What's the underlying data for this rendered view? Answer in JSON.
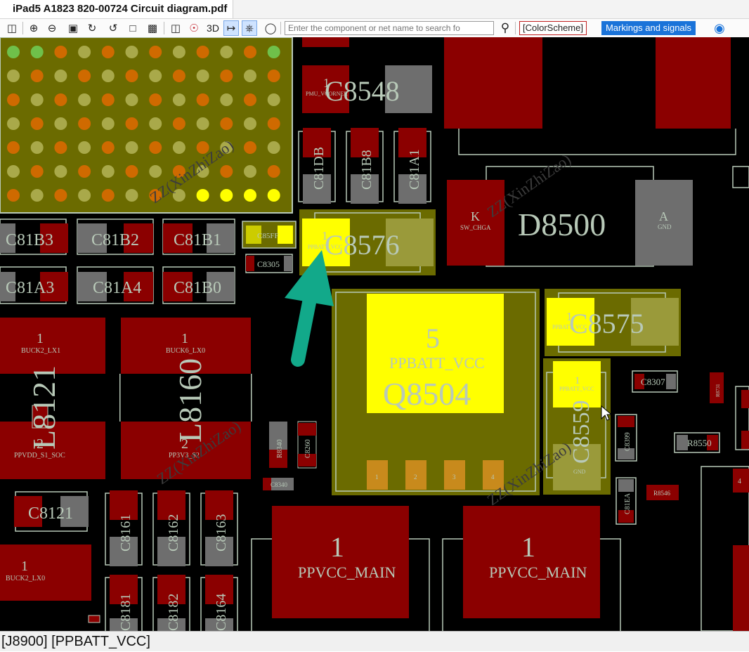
{
  "window": {
    "tab_title": "iPad5 A1823 820-00724 Circuit diagram.pdf"
  },
  "toolbar": {
    "search_placeholder": "Enter the component or net name to search fo",
    "view_3d": "3D",
    "color_scheme": "[ColorScheme]",
    "markings": "Markings and signals",
    "icons": [
      "panels-icon",
      "zoom-in-icon",
      "zoom-out-icon",
      "fit-icon",
      "rotate-right-icon",
      "rotate-left-icon",
      "flip-icon",
      "paint-icon",
      "mirror-icon",
      "probe-icon",
      "3d-icon",
      "signal-arrow-icon",
      "net-icon",
      "mouse-icon",
      "search-icon",
      "eye-icon"
    ]
  },
  "status": {
    "text": "[J8900] [PPBATT_VCC]"
  },
  "colors": {
    "board": "#000000",
    "pad_red": "#8b0000",
    "pad_gray": "#6e6e6e",
    "highlight": "#ffff00",
    "olive": "#6b6b00",
    "arrow": "#12a98a",
    "silk": "#b8c9b8"
  },
  "components": {
    "C8548": "C8548",
    "PMU_VCORNER": "PMU_VCORNER",
    "C81DB": "C81DB",
    "C81B8": "C81B8",
    "C81A1": "C81A1",
    "C81B3": "C81B3",
    "C81B2": "C81B2",
    "C81B1": "C81B1",
    "C81A3": "C81A3",
    "C81A4": "C81A4",
    "C81B0": "C81B0",
    "C85FF": "C85FF",
    "C8305": "C8305",
    "C8576": "C8576",
    "C8575": "C8575",
    "D8500": "D8500",
    "K": "K",
    "SW_CHGA": "SW_CHGA",
    "A": "A",
    "GND": "GND",
    "Q8504": "Q8504",
    "Q8504_pin": "5",
    "PPBATT_VCC": "PPBATT_VCC",
    "L8121": "L8121",
    "L8160": "L8160",
    "BUCK2_LX1": "BUCK2_LX1",
    "BUCK6_LX0": "BUCK6_LX0",
    "PPVDD_S1_SOC": "PPVDD_S1_SOC",
    "PP3V3_S2": "PP3V3_S2",
    "R8340": "R8340",
    "C8260": "C8260",
    "C8340": "C8340",
    "C8559": "C8559",
    "C8307": "C8307",
    "C8399": "C8399",
    "R8550": "R8550",
    "R8546": "R8546",
    "C81EA": "C81EA",
    "R8731": "R8731",
    "C8121": "C8121",
    "C8161": "C8161",
    "C8162": "C8162",
    "C8163": "C8163",
    "C8181": "C8181",
    "C8182": "C8182",
    "C8164": "C8164",
    "BUCK2_LX0": "BUCK2_LX0",
    "PPVCC_MAIN": "PPVCC_MAIN",
    "watermark": "ZZ(XinZhiZao)",
    "pin1": "1",
    "pin2": "2",
    "pin3": "3",
    "pin4": "4",
    "pin5": "5"
  }
}
